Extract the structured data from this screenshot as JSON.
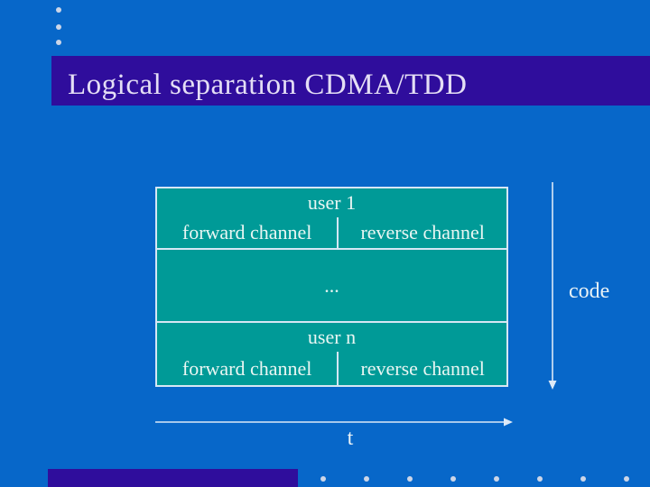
{
  "slide": {
    "title": "Logical separation CDMA/TDD"
  },
  "table": {
    "rows": [
      {
        "label": "user 1",
        "forward": "forward channel",
        "reverse": "reverse channel"
      },
      {
        "label": "..."
      },
      {
        "label": "user n",
        "forward": "forward channel",
        "reverse": "reverse channel"
      }
    ]
  },
  "axes": {
    "code_label": "code",
    "time_label": "t"
  },
  "decor": {
    "top_dot_count": 3,
    "bottom_dot_count": 8
  },
  "colors": {
    "background": "#0767c9",
    "title_bar": "#2f0d9c",
    "table_fill": "#009a97",
    "line": "#d6e7f5",
    "accent_bar": "#2f0d9c",
    "title_text": "#e4def5",
    "table_text": "#e9f6f3"
  }
}
